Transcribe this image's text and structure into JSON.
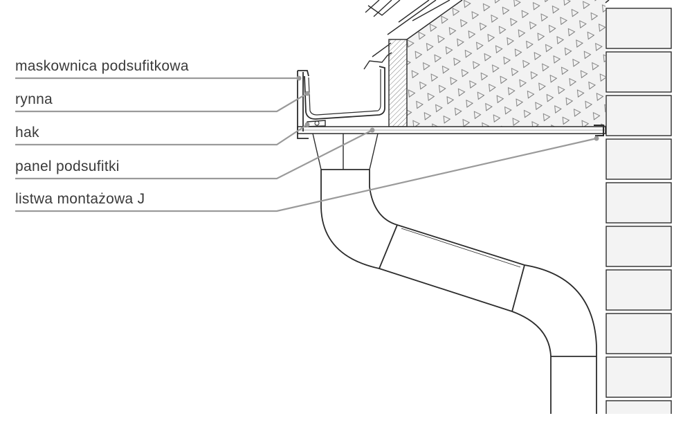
{
  "labels": {
    "soffit_cover": "maskownica podsufitkowa",
    "gutter": "rynna",
    "hook": "hak",
    "soffit_panel": "panel podsufitki",
    "j_trim": "listwa montażowa J"
  },
  "colors": {
    "line": "#2b2b2b",
    "leader": "#9a9a9a",
    "text": "#3a3a3a",
    "insulation_fill": "#f2f2f2",
    "brick_fill": "#f3f3f3",
    "background": "#ffffff"
  }
}
